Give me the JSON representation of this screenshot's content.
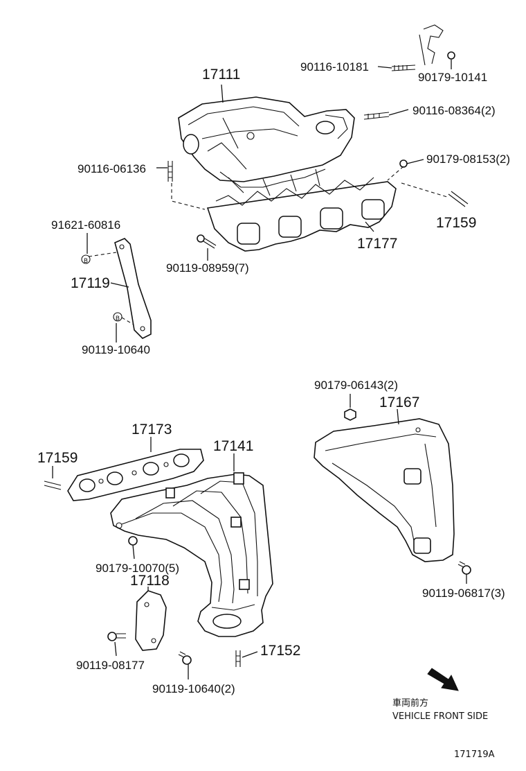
{
  "labels": {
    "p17111": "17111",
    "p90116_10181": "90116-10181",
    "p90179_10141": "90179-10141",
    "p90116_08364": "90116-08364(2)",
    "p90116_06136": "90116-06136",
    "p90179_08153": "90179-08153(2)",
    "p17159_top": "17159",
    "p17177": "17177",
    "p91621_60816": "91621-60816",
    "p90119_08959": "90119-08959(7)",
    "p17119": "17119",
    "p90119_10640": "90119-10640",
    "p90179_06143": "90179-06143(2)",
    "p17167": "17167",
    "p17173": "17173",
    "p17159_bottom": "17159",
    "p17141": "17141",
    "p90179_10070": "90179-10070(5)",
    "p17118": "17118",
    "p90119_06817": "90119-06817(3)",
    "p17152": "17152",
    "p90119_08177": "90119-08177",
    "p90119_10640_2": "90119-10640(2)"
  },
  "markers": {
    "b_symbol": "B"
  },
  "direction_note": {
    "japanese": "車両前方",
    "english": "VEHICLE FRONT SIDE"
  },
  "figure_code": "171719A"
}
